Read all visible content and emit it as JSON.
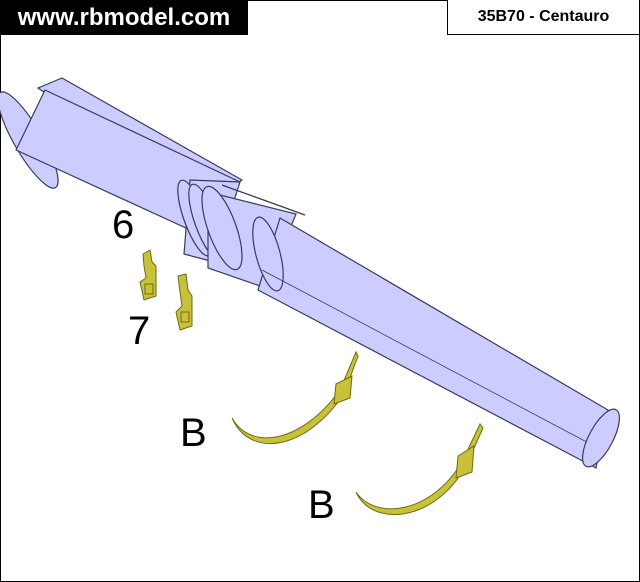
{
  "header": {
    "website": "www.rbmodel.com",
    "kit_code": "35B70 - Centauro"
  },
  "callouts": {
    "part_6": "6",
    "part_7": "7",
    "band_upper": "B",
    "band_lower": "B"
  },
  "colors": {
    "barrel_fill": "#ccccff",
    "barrel_stroke": "#3a3a5c",
    "photoetch_fill": "#c8c23a",
    "photoetch_stroke": "#6e6a10"
  }
}
